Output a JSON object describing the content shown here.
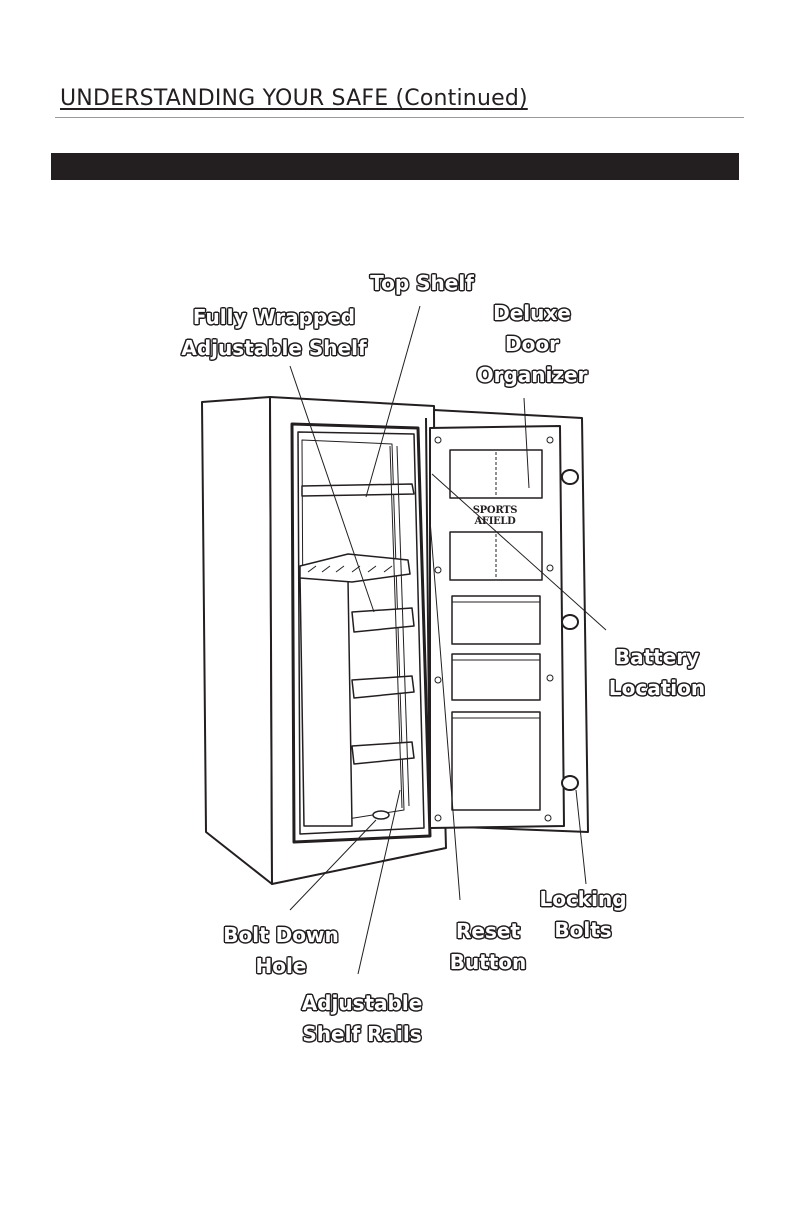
{
  "page": {
    "heading": "UNDERSTANDING YOUR SAFE (Continued)"
  },
  "figure": {
    "logo": "SPORTS\nAFIELD",
    "labels": {
      "top_shelf": "Top Shelf",
      "fully_wrapped_shelf": "Fully Wrapped\nAdjustable Shelf",
      "door_organizer": "Deluxe\nDoor\nOrganizer",
      "battery_location": "Battery\nLocation",
      "locking_bolts": "Locking\nBolts",
      "bolt_down_hole": "Bolt Down\nHole",
      "reset_button": "Reset\nButton",
      "shelf_rails": "Adjustable\nShelf Rails"
    }
  }
}
